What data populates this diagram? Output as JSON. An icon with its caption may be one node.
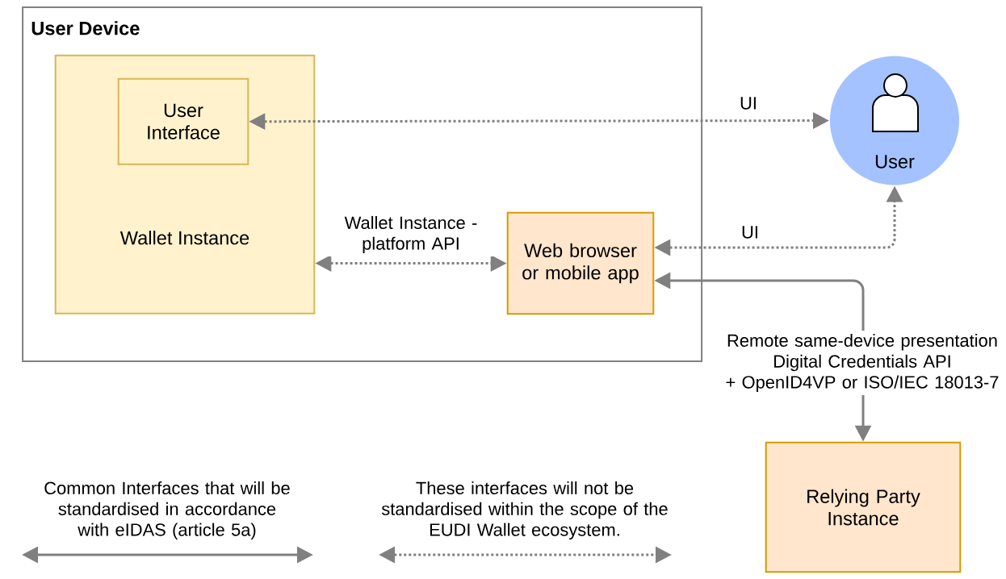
{
  "diagram": {
    "nodes": [
      {
        "text": [
          "User Device"
        ]
      },
      {
        "text": [
          "Wallet Instance"
        ],
        "in": 0
      },
      {
        "text": [
          "User Interface"
        ],
        "in": 1
      },
      {
        "text": [
          "Web browser or mobile app"
        ],
        "in": 0
      },
      {
        "text": [
          "User"
        ]
      },
      {
        "text": [
          "Relying Party Instance"
        ]
      }
    ],
    "edges": [
      {
        "from": 2,
        "to": 4,
        "arrow": "both",
        "label": "UI",
        "style": "dashed"
      },
      {
        "from": 1,
        "to": 3,
        "arrow": "both",
        "label": "Wallet Instance - platform API",
        "style": "dashed"
      },
      {
        "from": 3,
        "to": 4,
        "arrow": "both",
        "label": "UI",
        "style": "dashed"
      },
      {
        "from": 3,
        "to": 5,
        "arrow": "both",
        "label": "Remote same-device presentation Digital Credentials API + OpenID4VP or ISO/IEC 18013-7"
      }
    ],
    "legend": [
      {
        "text": "Common Interfaces that will be standardised in accordance with eIDAS (article 5a)"
      },
      {
        "text": "These interfaces will not be standardised within the scope of the EUDI Wallet ecosystem."
      }
    ]
  }
}
